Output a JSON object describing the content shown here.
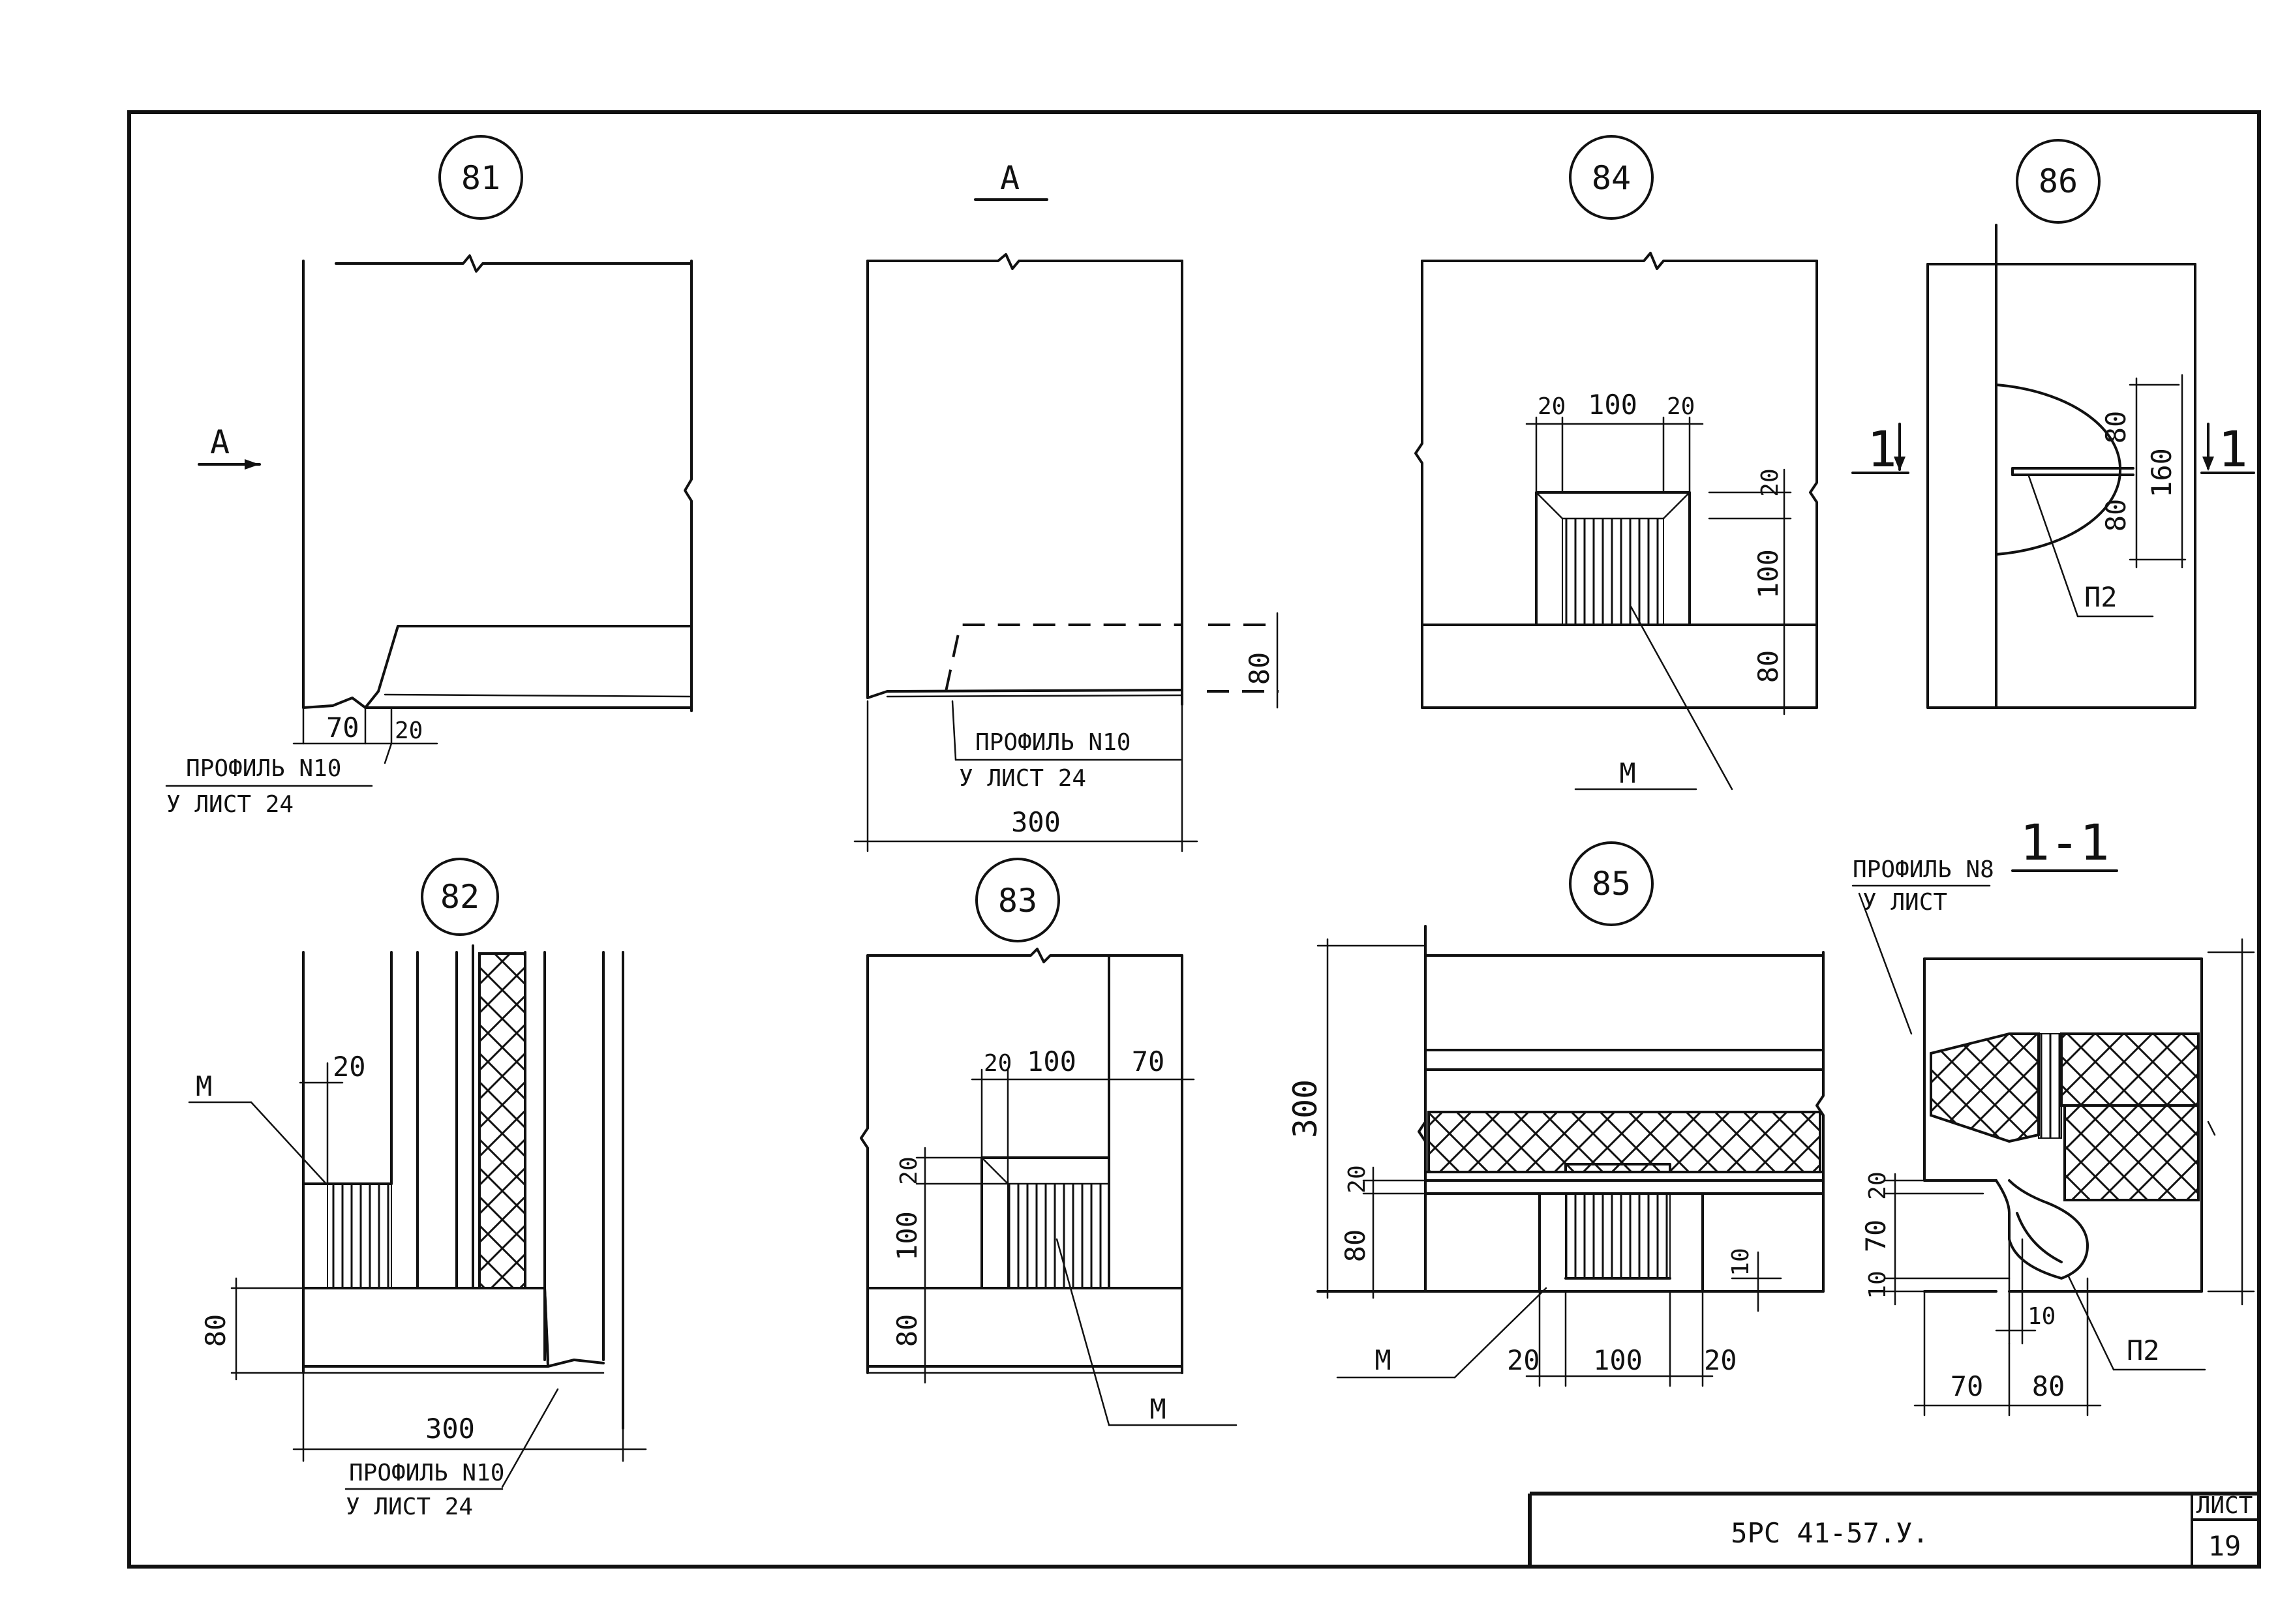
{
  "callouts": [
    "81",
    "84",
    "86",
    "82",
    "83",
    "85"
  ],
  "view_label": "A",
  "section_label": "1-1",
  "section_marks": [
    "1",
    "1"
  ],
  "material_label": "M",
  "part_label": "П2",
  "profile_note": {
    "line1": "ПРОФИЛЬ N10",
    "line2": "У ЛИСТ 24"
  },
  "profile_note_8": {
    "line1": "ПРОФИЛЬ N8",
    "line2": "У ЛИСТ"
  },
  "dims": {
    "d20": "20",
    "d70": "70",
    "d80": "80",
    "d100": "100",
    "d160": "160",
    "d300": "300",
    "d10": "10"
  },
  "title_block": {
    "doc_code": "5РС 41-57.У.",
    "sheet_label": "ЛИСТ",
    "sheet_number": "19"
  }
}
